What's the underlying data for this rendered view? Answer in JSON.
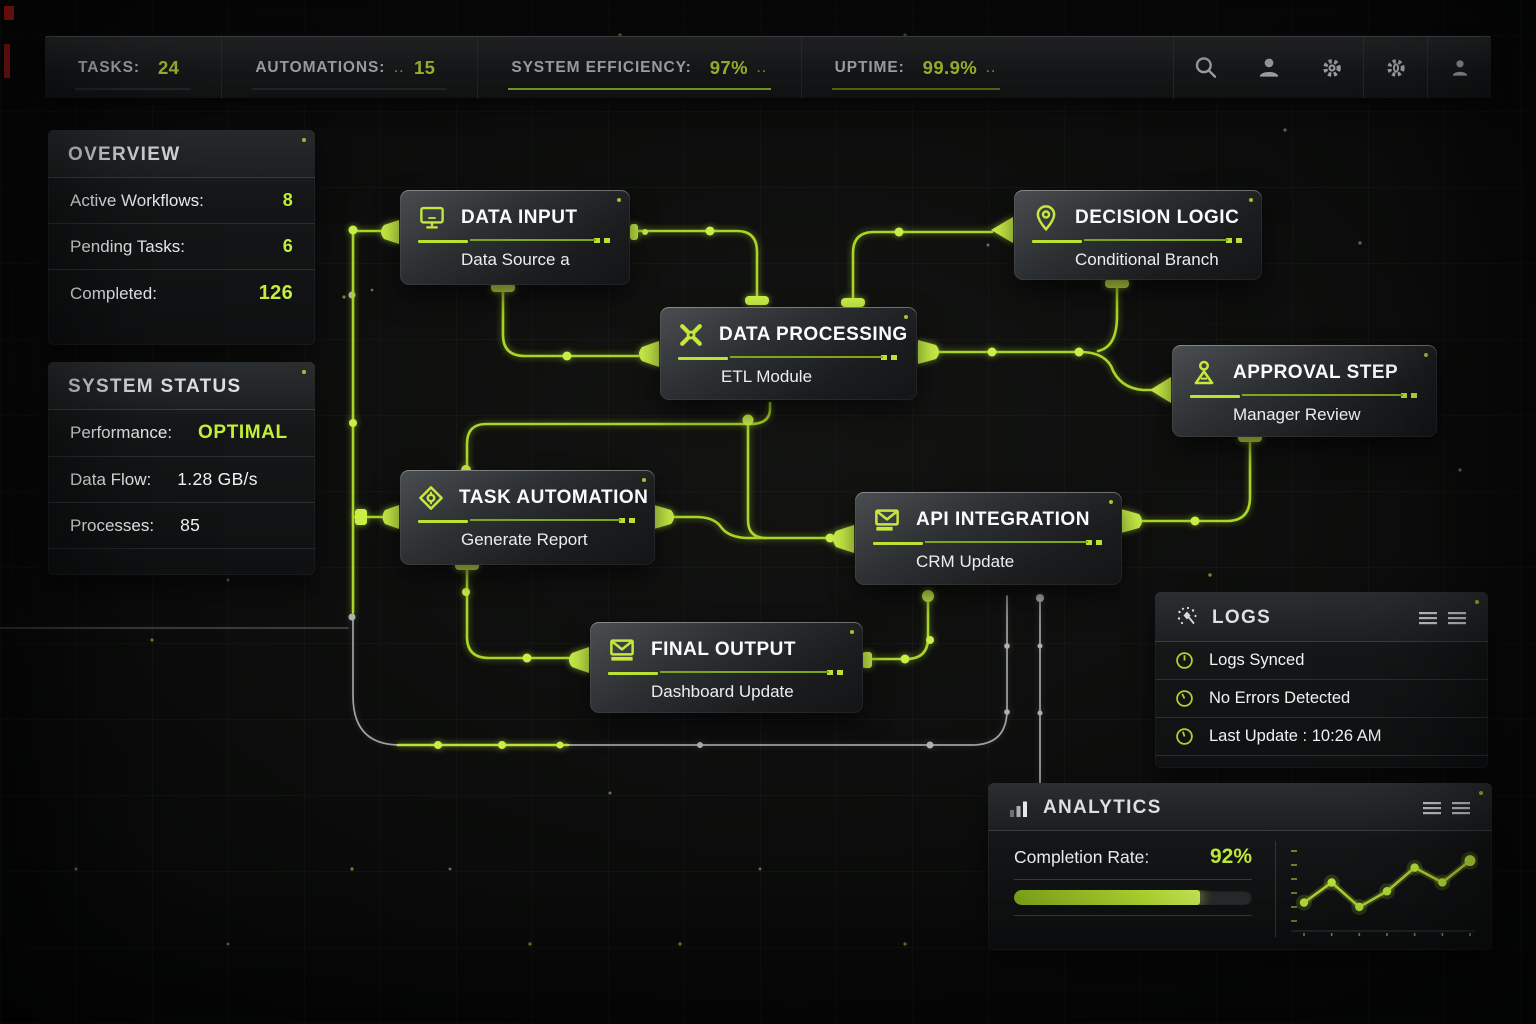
{
  "topbar": {
    "stats": [
      {
        "label": "TASKS:",
        "pre_dots": "",
        "value": "24",
        "post_dots": ""
      },
      {
        "label": "AUTOMATIONS:",
        "pre_dots": "..",
        "value": "15",
        "post_dots": ""
      },
      {
        "label": "SYSTEM EFFICIENCY:",
        "pre_dots": "",
        "value": "97%",
        "post_dots": ".."
      },
      {
        "label": "UPTIME:",
        "pre_dots": "",
        "value": "99.9%",
        "post_dots": ".."
      }
    ],
    "icons": [
      "search",
      "user",
      "gear",
      "settings-gear",
      "profile"
    ]
  },
  "overview": {
    "title": "OVERVIEW",
    "rows": [
      {
        "label": "Active Workflows:",
        "value": "8"
      },
      {
        "label": "Pending Tasks:",
        "value": "6"
      },
      {
        "label": "Completed:",
        "value": "126"
      }
    ]
  },
  "system_status": {
    "title": "SYSTEM STATUS",
    "rows": [
      {
        "label": "Performance:",
        "value": "OPTIMAL"
      },
      {
        "label": "Data Flow:",
        "value": "1.28 GB/s"
      },
      {
        "label": "Processes:",
        "value": "85"
      }
    ]
  },
  "nodes": [
    {
      "id": "data-input",
      "title": "DATA INPUT",
      "subtitle": "Data Source a",
      "icon": "monitor"
    },
    {
      "id": "decision-logic",
      "title": "DECISION LOGIC",
      "subtitle": "Conditional Branch",
      "icon": "map-pin"
    },
    {
      "id": "data-processing",
      "title": "DATA PROCESSING",
      "subtitle": "ETL Module",
      "icon": "crossed-gears"
    },
    {
      "id": "approval-step",
      "title": "APPROVAL STEP",
      "subtitle": "Manager Review",
      "icon": "person"
    },
    {
      "id": "task-automation",
      "title": "TASK AUTOMATION",
      "subtitle": "Generate Report",
      "icon": "diamond-gear"
    },
    {
      "id": "api-integration",
      "title": "API INTEGRATION",
      "subtitle": "CRM Update",
      "icon": "mail"
    },
    {
      "id": "final-output",
      "title": "FINAL OUTPUT",
      "subtitle": "Dashboard Update",
      "icon": "mail"
    }
  ],
  "logs": {
    "title": "LOGS",
    "entries": [
      {
        "text": "Logs Synced"
      },
      {
        "text": "No Errors Detected"
      },
      {
        "text": "Last Update : 10:26 AM"
      }
    ]
  },
  "analytics": {
    "title": "ANALYTICS",
    "completion_label": "Completion Rate:",
    "completion_value": "92%"
  },
  "chart_data": [
    {
      "type": "progress",
      "title": "Completion Rate",
      "value_pct": 92,
      "bar_fill_pct": 78
    },
    {
      "type": "line",
      "x": [
        1,
        2,
        3,
        4,
        5,
        6,
        7
      ],
      "values": [
        2.1,
        4.4,
        1.6,
        3.4,
        6.1,
        4.4,
        6.9
      ],
      "ylim": [
        0,
        8
      ],
      "grid": false,
      "title": "",
      "xlabel": "",
      "ylabel": "",
      "legend": "none"
    }
  ],
  "colors": {
    "accent": "#b9e233",
    "accent_bright": "#d3f55a",
    "accent_dim": "#7fa51d",
    "node_bg": "#2d3032",
    "panel_bg": "#1a1c1e",
    "text": "#f0f2f3",
    "wire_gray": "#c3c6c7"
  }
}
